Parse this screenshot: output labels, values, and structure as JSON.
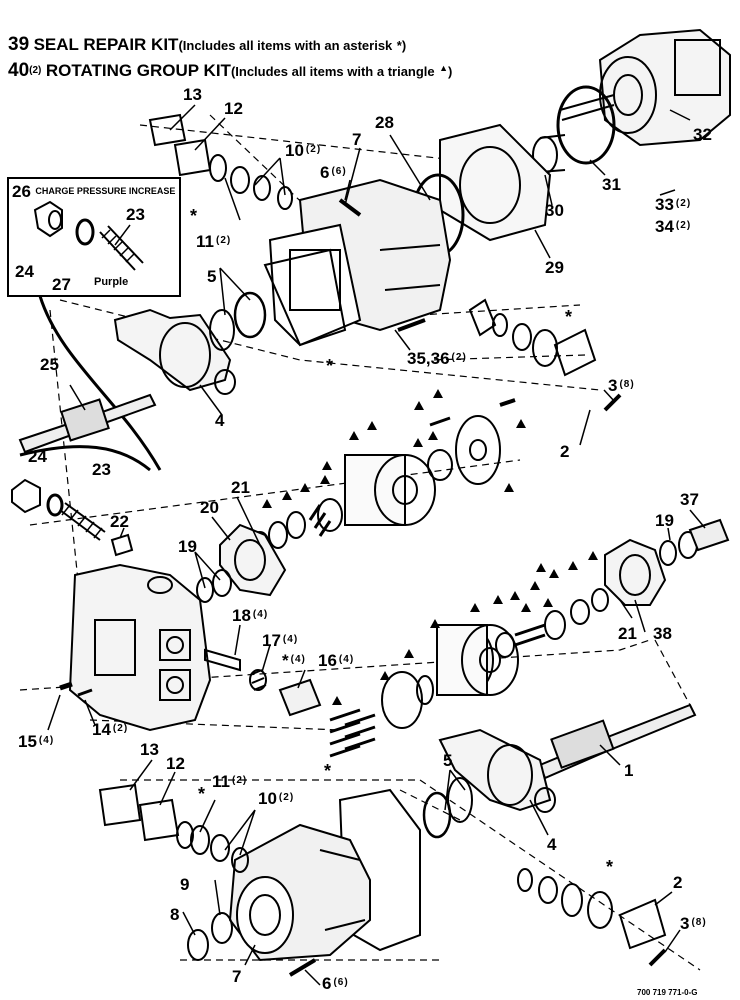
{
  "header": {
    "line1": {
      "num": "39",
      "kit": "SEAL REPAIR KIT",
      "note": "(Includes all items with an asterisk",
      "mark": "*",
      "close": ")"
    },
    "line2": {
      "num": "40",
      "qty": "(2)",
      "kit": "ROTATING GROUP KIT",
      "note": "(Includes all items with a triangle",
      "mark": "▲",
      "close": ")"
    }
  },
  "inset": {
    "num": "26",
    "title": "CHARGE PRESSURE INCREASE",
    "note": "Purple"
  },
  "callouts": {
    "c13a": {
      "n": "13",
      "q": ""
    },
    "c12a": {
      "n": "12",
      "q": ""
    },
    "c10a": {
      "n": "10",
      "q": "(2)"
    },
    "c11a": {
      "n": "11",
      "q": "(2)"
    },
    "c6a": {
      "n": "6",
      "q": "(6)"
    },
    "c7a": {
      "n": "7",
      "q": ""
    },
    "c28": {
      "n": "28",
      "q": ""
    },
    "c32": {
      "n": "32",
      "q": ""
    },
    "c31": {
      "n": "31",
      "q": ""
    },
    "c30": {
      "n": "30",
      "q": ""
    },
    "c33": {
      "n": "33",
      "q": "(2)"
    },
    "c34": {
      "n": "34",
      "q": "(2)"
    },
    "c29": {
      "n": "29",
      "q": ""
    },
    "c23a": {
      "n": "23",
      "q": ""
    },
    "c24a": {
      "n": "24",
      "q": ""
    },
    "c27": {
      "n": "27",
      "q": ""
    },
    "c5a": {
      "n": "5",
      "q": ""
    },
    "c3536": {
      "n": "35,36",
      "q": "(2)"
    },
    "c25": {
      "n": "25",
      "q": ""
    },
    "c4a": {
      "n": "4",
      "q": ""
    },
    "c3a": {
      "n": "3",
      "q": "(8)"
    },
    "c2a": {
      "n": "2",
      "q": ""
    },
    "c24b": {
      "n": "24",
      "q": ""
    },
    "c23b": {
      "n": "23",
      "q": ""
    },
    "c21a": {
      "n": "21",
      "q": ""
    },
    "c20": {
      "n": "20",
      "q": ""
    },
    "c22": {
      "n": "22",
      "q": ""
    },
    "c19a": {
      "n": "19",
      "q": ""
    },
    "c37": {
      "n": "37",
      "q": ""
    },
    "c19b": {
      "n": "19",
      "q": ""
    },
    "c18": {
      "n": "18",
      "q": "(4)"
    },
    "c17": {
      "n": "17",
      "q": "(4)"
    },
    "cstar4": {
      "n": "*",
      "q": "(4)"
    },
    "c16": {
      "n": "16",
      "q": "(4)"
    },
    "c21b": {
      "n": "21",
      "q": ""
    },
    "c38": {
      "n": "38",
      "q": ""
    },
    "c15": {
      "n": "15",
      "q": "(4)"
    },
    "c14": {
      "n": "14",
      "q": "(2)"
    },
    "c1": {
      "n": "1",
      "q": ""
    },
    "c13b": {
      "n": "13",
      "q": ""
    },
    "c12b": {
      "n": "12",
      "q": ""
    },
    "c11b": {
      "n": "11",
      "q": "(2)"
    },
    "c10b": {
      "n": "10",
      "q": "(2)"
    },
    "c5b": {
      "n": "5",
      "q": ""
    },
    "c4b": {
      "n": "4",
      "q": ""
    },
    "c9": {
      "n": "9",
      "q": ""
    },
    "c8": {
      "n": "8",
      "q": ""
    },
    "c7b": {
      "n": "7",
      "q": ""
    },
    "c6b": {
      "n": "6",
      "q": "(6)"
    },
    "c2b": {
      "n": "2",
      "q": ""
    },
    "c3b": {
      "n": "3",
      "q": "(8)"
    }
  },
  "footer": {
    "doc_number": "700 719 771-0-G"
  }
}
